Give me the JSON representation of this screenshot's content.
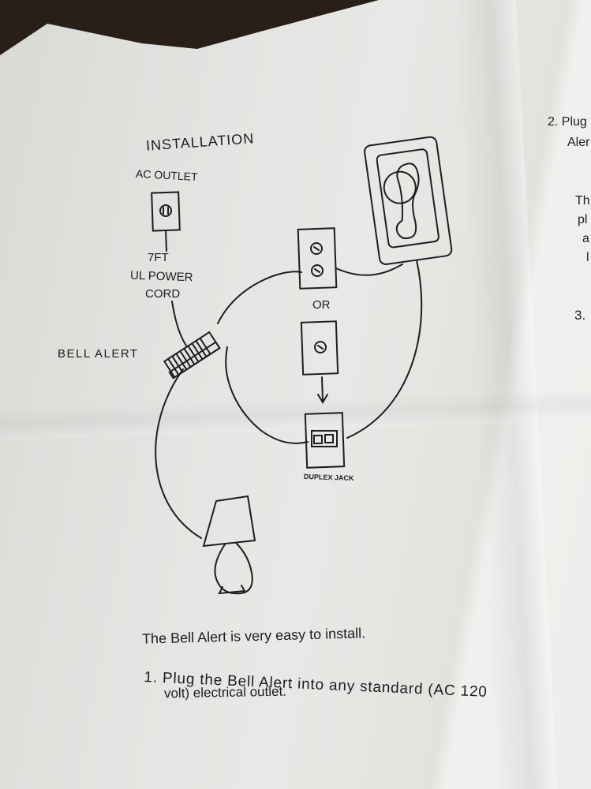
{
  "document": {
    "heading": "INSTALLATION",
    "labels": {
      "ac_outlet": "AC OUTLET",
      "cord_line1": "7FT",
      "cord_line2": "UL POWER",
      "cord_line3": "CORD",
      "bell_alert": "BELL ALERT",
      "or": "OR",
      "duplex_jack": "DUPLEX JACK"
    },
    "intro": "The Bell Alert is very easy to install.",
    "step1_line1": "1. Plug the Bell Alert into any standard (AC 120",
    "step1_line2": "volt) electrical outlet.",
    "right_column": {
      "step2_line1": "2. Plug",
      "step2_line2": "Aler",
      "frag1": "Th",
      "frag2": "pl",
      "frag3": "a",
      "frag4": "l",
      "step3": "3."
    }
  },
  "colors": {
    "ink": "#1d1d1f",
    "paper": "#e4e5e2",
    "background": "#2a1e18"
  }
}
